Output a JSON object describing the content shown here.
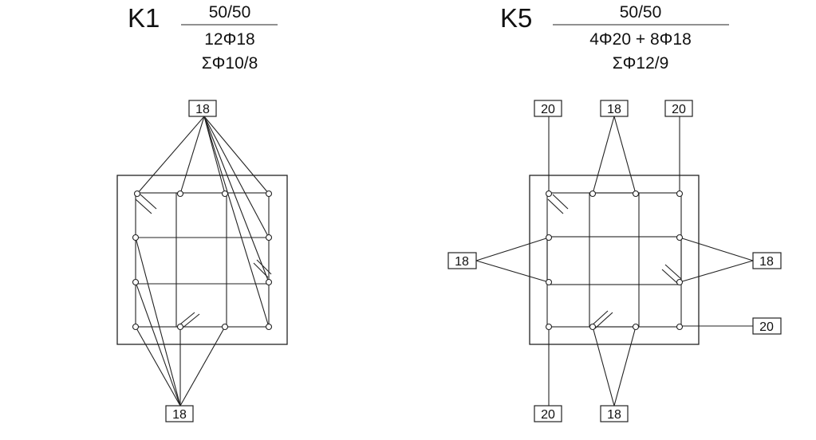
{
  "columns": [
    {
      "id": "k1",
      "title": "K1",
      "section": "50/50",
      "reinforcement": "12Φ18",
      "stirrups": "ΣΦ10/8",
      "tags": [
        {
          "id": "top",
          "text": "18"
        },
        {
          "id": "bottom",
          "text": "18"
        }
      ]
    },
    {
      "id": "k5",
      "title": "K5",
      "section": "50/50",
      "reinforcement": "4Φ20 + 8Φ18",
      "stirrups": "ΣΦ12/9",
      "tags": [
        {
          "id": "top-left",
          "text": "20"
        },
        {
          "id": "top-mid",
          "text": "18"
        },
        {
          "id": "top-right",
          "text": "20"
        },
        {
          "id": "left",
          "text": "18"
        },
        {
          "id": "right",
          "text": "18"
        },
        {
          "id": "right-low",
          "text": "20"
        },
        {
          "id": "bottom-left",
          "text": "20"
        },
        {
          "id": "bottom-mid",
          "text": "18"
        }
      ]
    }
  ]
}
